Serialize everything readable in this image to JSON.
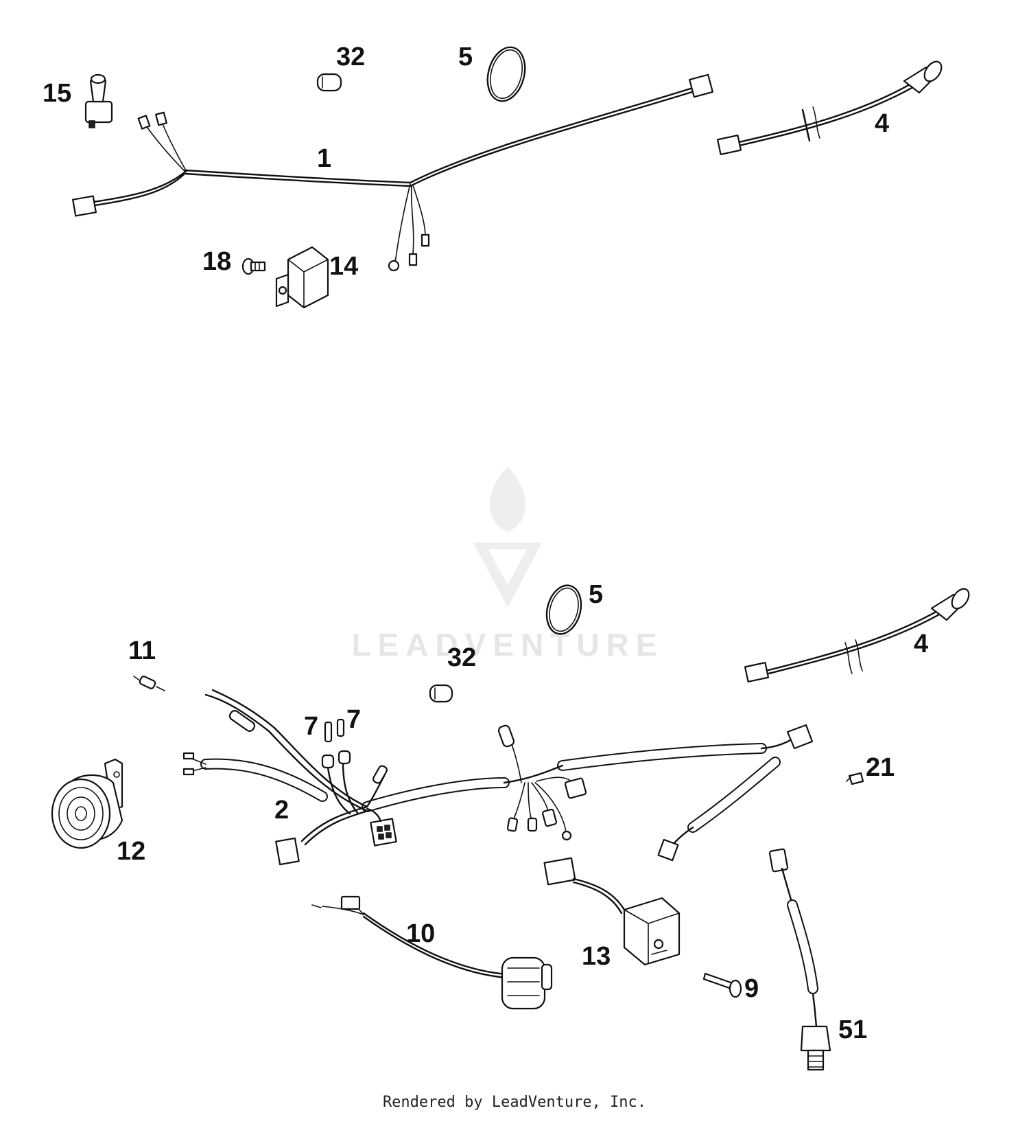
{
  "watermark": {
    "text": "LEADVENTURE"
  },
  "callouts": {
    "top_32": "32",
    "top_5": "5",
    "top_15": "15",
    "top_1": "1",
    "top_4": "4",
    "top_18": "18",
    "top_14": "14",
    "bot_5": "5",
    "bot_11": "11",
    "bot_32": "32",
    "bot_4": "4",
    "bot_7a": "7",
    "bot_7b": "7",
    "bot_21": "21",
    "bot_2": "2",
    "bot_12": "12",
    "bot_10": "10",
    "bot_13": "13",
    "bot_9": "9",
    "bot_51": "51"
  },
  "footer": {
    "text": "Rendered by LeadVenture, Inc."
  },
  "colors": {
    "line": "#111111",
    "watermark": "#e6e6e6",
    "background": "#ffffff"
  }
}
